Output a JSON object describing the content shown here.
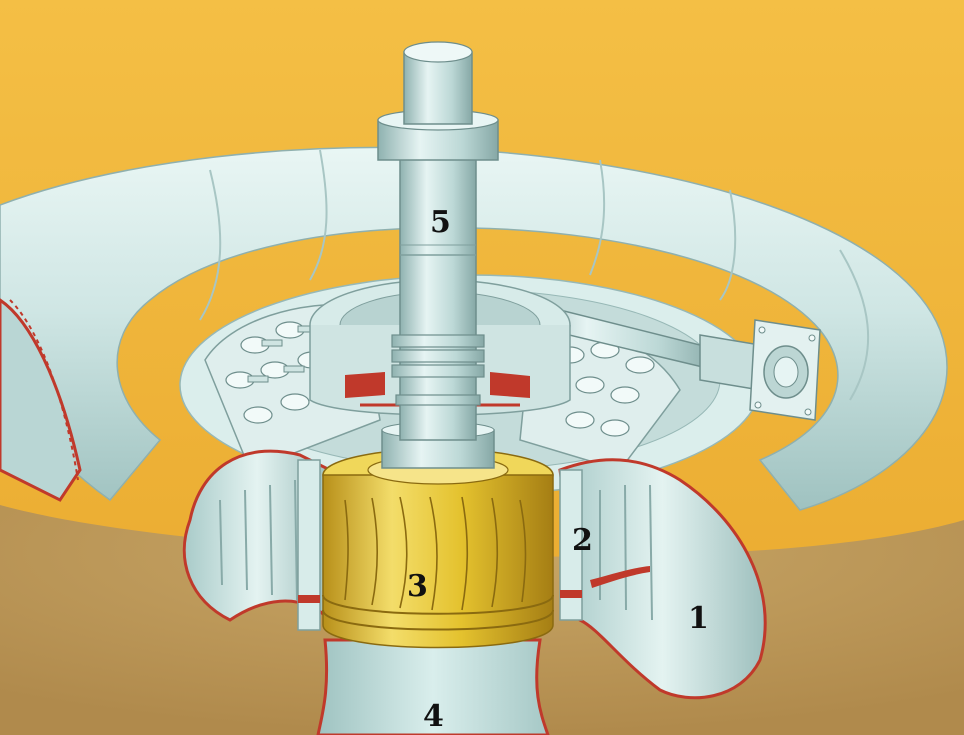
{
  "labels": {
    "one": "1",
    "two": "2",
    "three": "3",
    "four": "4",
    "five": "5"
  },
  "colors": {
    "background": "#f0b53a",
    "metal": "#cfe6e4",
    "runner": "#e7c52a",
    "cut_edge": "#c0392b"
  }
}
